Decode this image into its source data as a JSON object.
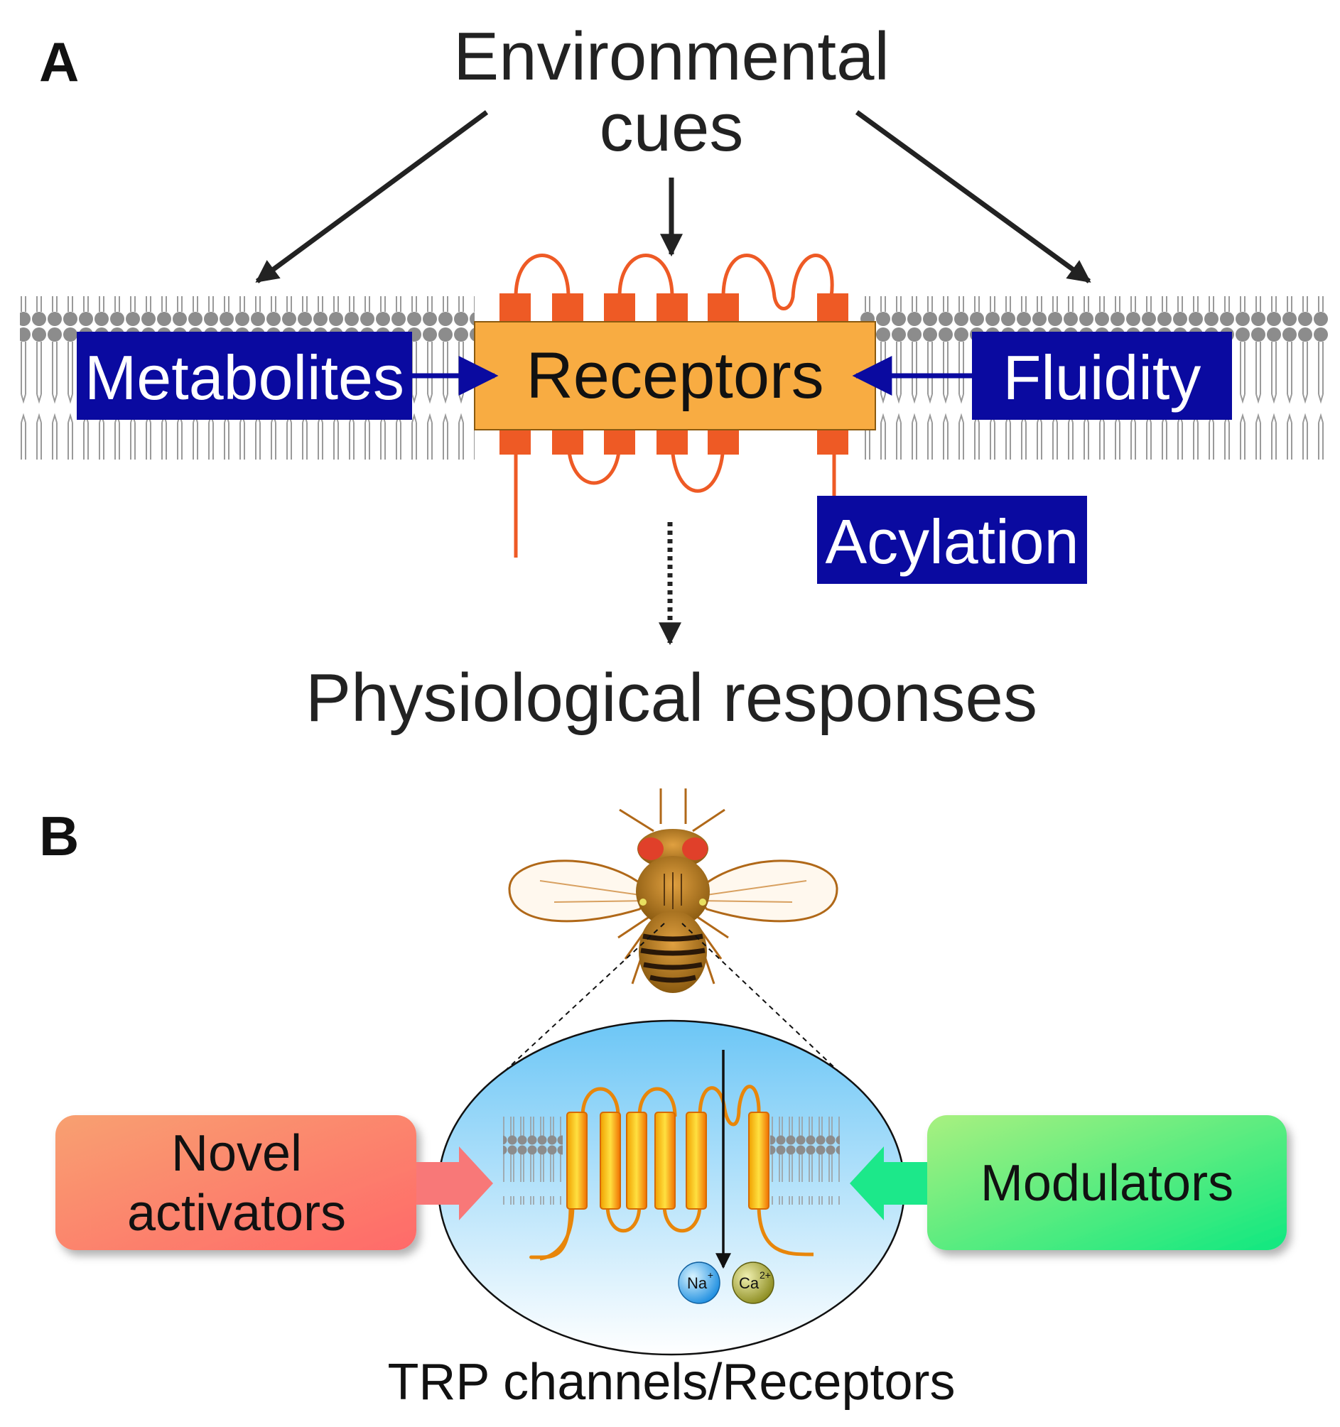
{
  "panels": {
    "a": {
      "label": "A",
      "top_label_line1": "Environmental",
      "top_label_line2": "cues",
      "center_box": "Receptors",
      "left_box": "Metabolites",
      "right_box": "Fluidity",
      "lower_box": "Acylation",
      "bottom_label": "Physiological responses"
    },
    "b": {
      "label": "B",
      "left_box_line1": "Novel",
      "left_box_line2": "activators",
      "right_box": "Modulators",
      "caption": "TRP channels/Receptors",
      "ion_1": "Na",
      "ion_1_charge": "+",
      "ion_2": "Ca",
      "ion_2_charge": "2+"
    }
  },
  "colors": {
    "label_box_fill": "#0a0aa0",
    "receptor_box_fill": "#f8ac42",
    "receptor_line": "#ee5a25",
    "lipid_head": "#888888",
    "novel_activators_fill": "#fb7a6c",
    "modulators_fill": "#33ee88",
    "cell_fill_top": "#78c8f4",
    "channel_orange": "#f08c10"
  },
  "icons": {
    "fly": "fruit-fly-icon",
    "membrane": "lipid-bilayer-icon"
  }
}
